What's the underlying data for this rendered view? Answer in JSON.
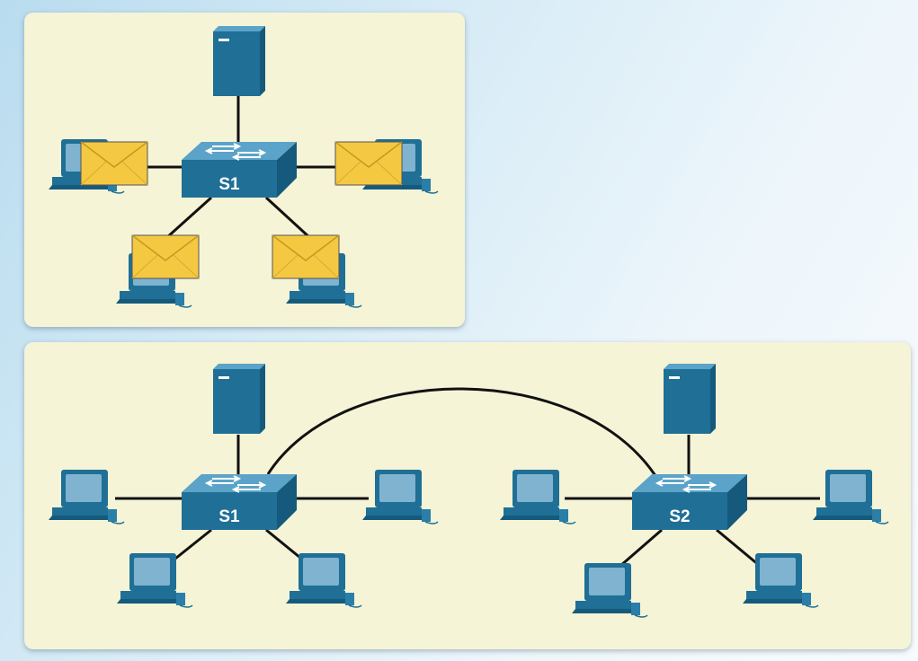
{
  "colors": {
    "panel": "#f5f4d6",
    "device_blue": "#1f6f96",
    "device_light": "#5ba3c8",
    "screen": "#7fb3cf",
    "envelope": "#f5c842",
    "link": "#111111"
  },
  "top_diagram": {
    "switch_label": "S1",
    "icons": [
      "server-icon",
      "pc-icon",
      "switch-icon",
      "envelope-icon"
    ]
  },
  "bottom_diagram": {
    "switch_left_label": "S1",
    "switch_right_label": "S2",
    "icons": [
      "server-icon",
      "pc-icon",
      "switch-icon"
    ]
  }
}
